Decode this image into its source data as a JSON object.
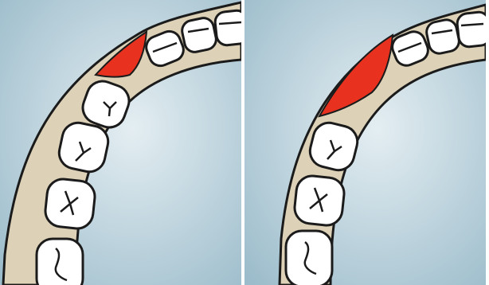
{
  "colors": {
    "background_center": "#e4eef2",
    "background_edge": "#9cbccb",
    "gum": "#ddd2b7",
    "outline": "#1b1b1b",
    "tooth": "#ffffff",
    "highlight": "#e8321f",
    "divider": "#ffffff"
  },
  "panels": [
    {
      "id": "left",
      "highlight": "small-red-wedge"
    },
    {
      "id": "right",
      "highlight": "large-red-wedge"
    }
  ]
}
